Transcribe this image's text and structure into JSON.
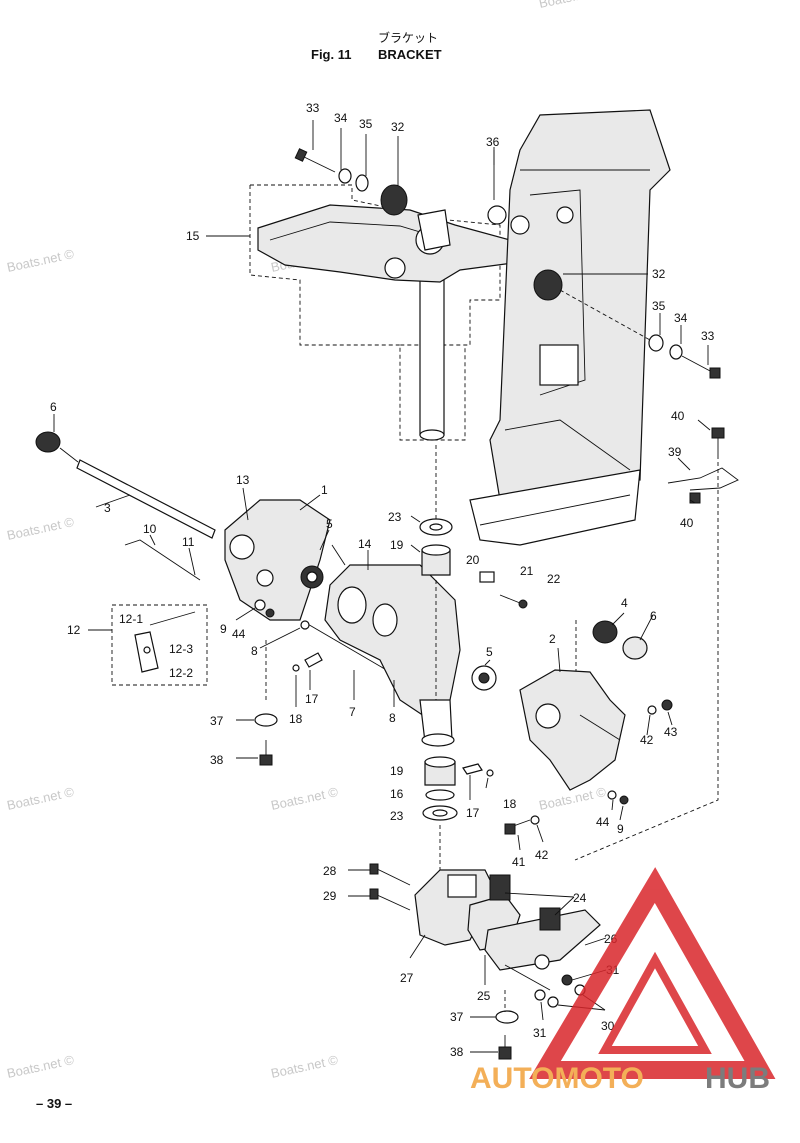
{
  "header": {
    "title_jp": "ブラケット",
    "fig_label": "Fig. 11",
    "title_en": "BRACKET"
  },
  "page_number": "– 39 –",
  "watermark_text": "Boats.net ©",
  "logo": {
    "part1": "AUTOMOTO",
    "part2": "HUB",
    "color_accent": "#f2a23b",
    "color_dark": "#666666",
    "color_triangle": "#d9262b"
  },
  "callouts": {
    "c33a": "33",
    "c34a": "34",
    "c35a": "35",
    "c32a": "32",
    "c36": "36",
    "c15": "15",
    "c32b": "32",
    "c35b": "35",
    "c34b": "34",
    "c33b": "33",
    "c6a": "6",
    "c3": "3",
    "c13": "13",
    "c1": "1",
    "c5a": "5",
    "c10": "10",
    "c11": "11",
    "c12": "12",
    "c12_1": "12-1",
    "c12_3": "12-3",
    "c12_2": "12-2",
    "c9a": "9",
    "c44a": "44",
    "c8a": "8",
    "c17a": "17",
    "c18a": "18",
    "c37a": "37",
    "c38a": "38",
    "c7": "7",
    "c8b": "8",
    "c14": "14",
    "c23a": "23",
    "c19a": "19",
    "c20": "20",
    "c21": "21",
    "c22": "22",
    "c4": "4",
    "c6b": "6",
    "c5b": "5",
    "c2": "2",
    "c40a": "40",
    "c39": "39",
    "c40b": "40",
    "c42a": "42",
    "c43": "43",
    "c19b": "19",
    "c16": "16",
    "c23b": "23",
    "c17b": "17",
    "c18b": "18",
    "c44b": "44",
    "c9b": "9",
    "c41": "41",
    "c42b": "42",
    "c28": "28",
    "c29": "29",
    "c24": "24",
    "c26": "26",
    "c27": "27",
    "c25": "25",
    "c31a": "31",
    "c31b": "31",
    "c30": "30",
    "c37b": "37",
    "c38b": "38"
  }
}
